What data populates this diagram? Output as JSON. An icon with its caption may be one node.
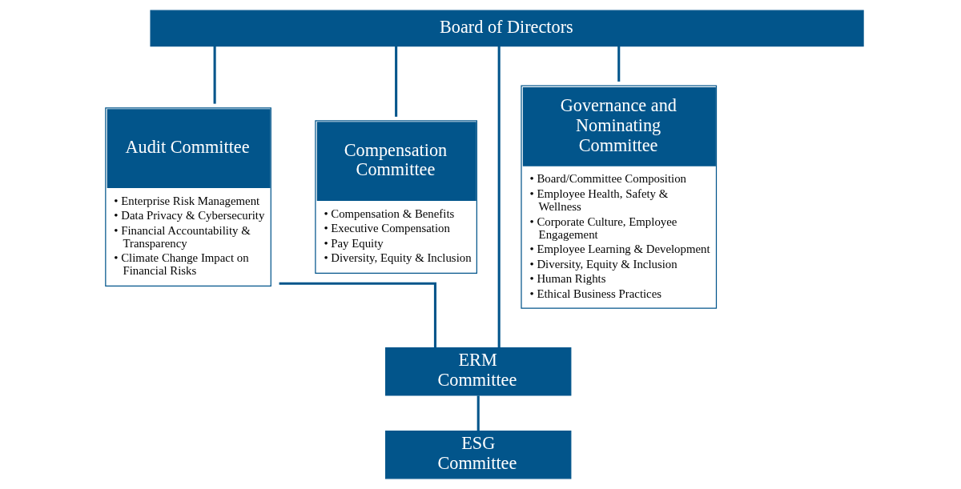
{
  "diagram": {
    "nodes": [
      {
        "text": [
          "Board of Directors"
        ]
      },
      {
        "text": [
          "Audit Committee",
          "• Enterprise Risk Management",
          "• Data Privacy & Cybersecurity",
          "• Financial Accountability & Transparency",
          "• Climate Change Impact on Financial Risks"
        ]
      },
      {
        "text": [
          "Compensation Committee",
          "• Compensation & Benefits",
          "• Executive Compensation",
          "• Pay Equity",
          "• Diversity, Equity & Inclusion"
        ]
      },
      {
        "text": [
          "Governance and Nominating Committee",
          "• Board/Committee Composition",
          "• Employee Health, Safety & Wellness",
          "• Corporate Culture, Employee Engagement",
          "• Employee Learning & Development",
          "• Diversity, Equity & Inclusion",
          "• Human Rights",
          "• Ethical Business Practices"
        ]
      },
      {
        "text": [
          "ERM Committee"
        ]
      },
      {
        "text": [
          "ESG Committee"
        ]
      }
    ],
    "edges": [
      {
        "from": 0,
        "to": 1,
        "arrow": "none"
      },
      {
        "from": 0,
        "to": 2,
        "arrow": "none"
      },
      {
        "from": 0,
        "to": 3,
        "arrow": "none"
      },
      {
        "from": 0,
        "to": 4,
        "arrow": "none"
      },
      {
        "from": 1,
        "to": 4,
        "arrow": "none"
      },
      {
        "from": 4,
        "to": 5,
        "arrow": "none"
      }
    ]
  }
}
